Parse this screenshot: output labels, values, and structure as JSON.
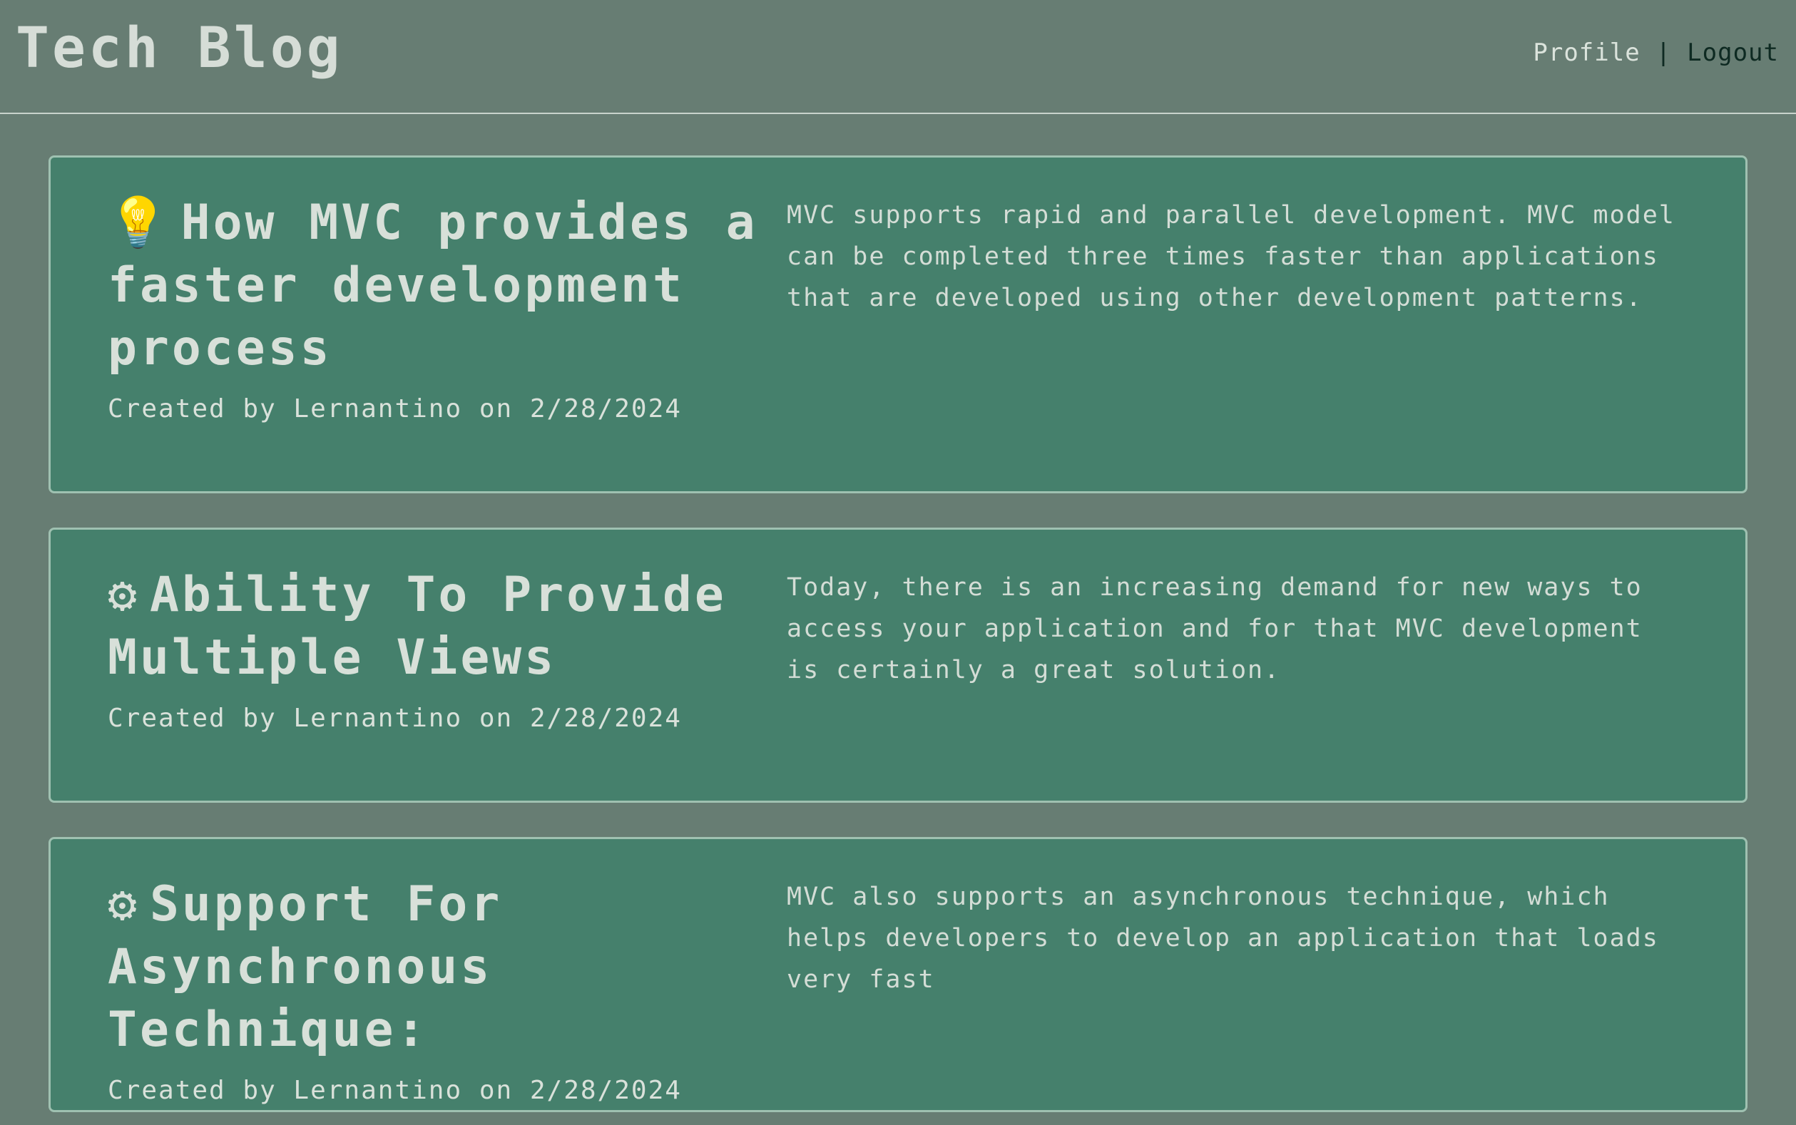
{
  "header": {
    "title": "Tech Blog",
    "nav": {
      "profile": "Profile",
      "separator": "|",
      "logout": "Logout"
    }
  },
  "posts": [
    {
      "icon": "💡",
      "icon_name": "lightbulb-icon",
      "title": "How MVC provides a faster development process",
      "meta": "Created by Lernantino on 2/28/2024",
      "body": "MVC supports rapid and parallel development. MVC model can be completed three times faster than applications that are developed using other development patterns."
    },
    {
      "icon": "⚙",
      "icon_name": "gear-icon",
      "title": "Ability To Provide Multiple Views",
      "meta": "Created by Lernantino on 2/28/2024",
      "body": "Today, there is an increasing demand for new ways to access your application and for that MVC development is certainly a great solution."
    },
    {
      "icon": "⚙",
      "icon_name": "gear-icon",
      "title": "Support For Asynchronous Technique:",
      "meta": "Created by Lernantino on 2/28/2024",
      "body": "MVC also supports an asynchronous technique, which helps developers to develop an application that loads very fast"
    }
  ],
  "colors": {
    "page_background": "#677d73",
    "card_background": "#45806c",
    "card_border": "#9fc1b1",
    "logout_link": "#0e2a22"
  }
}
